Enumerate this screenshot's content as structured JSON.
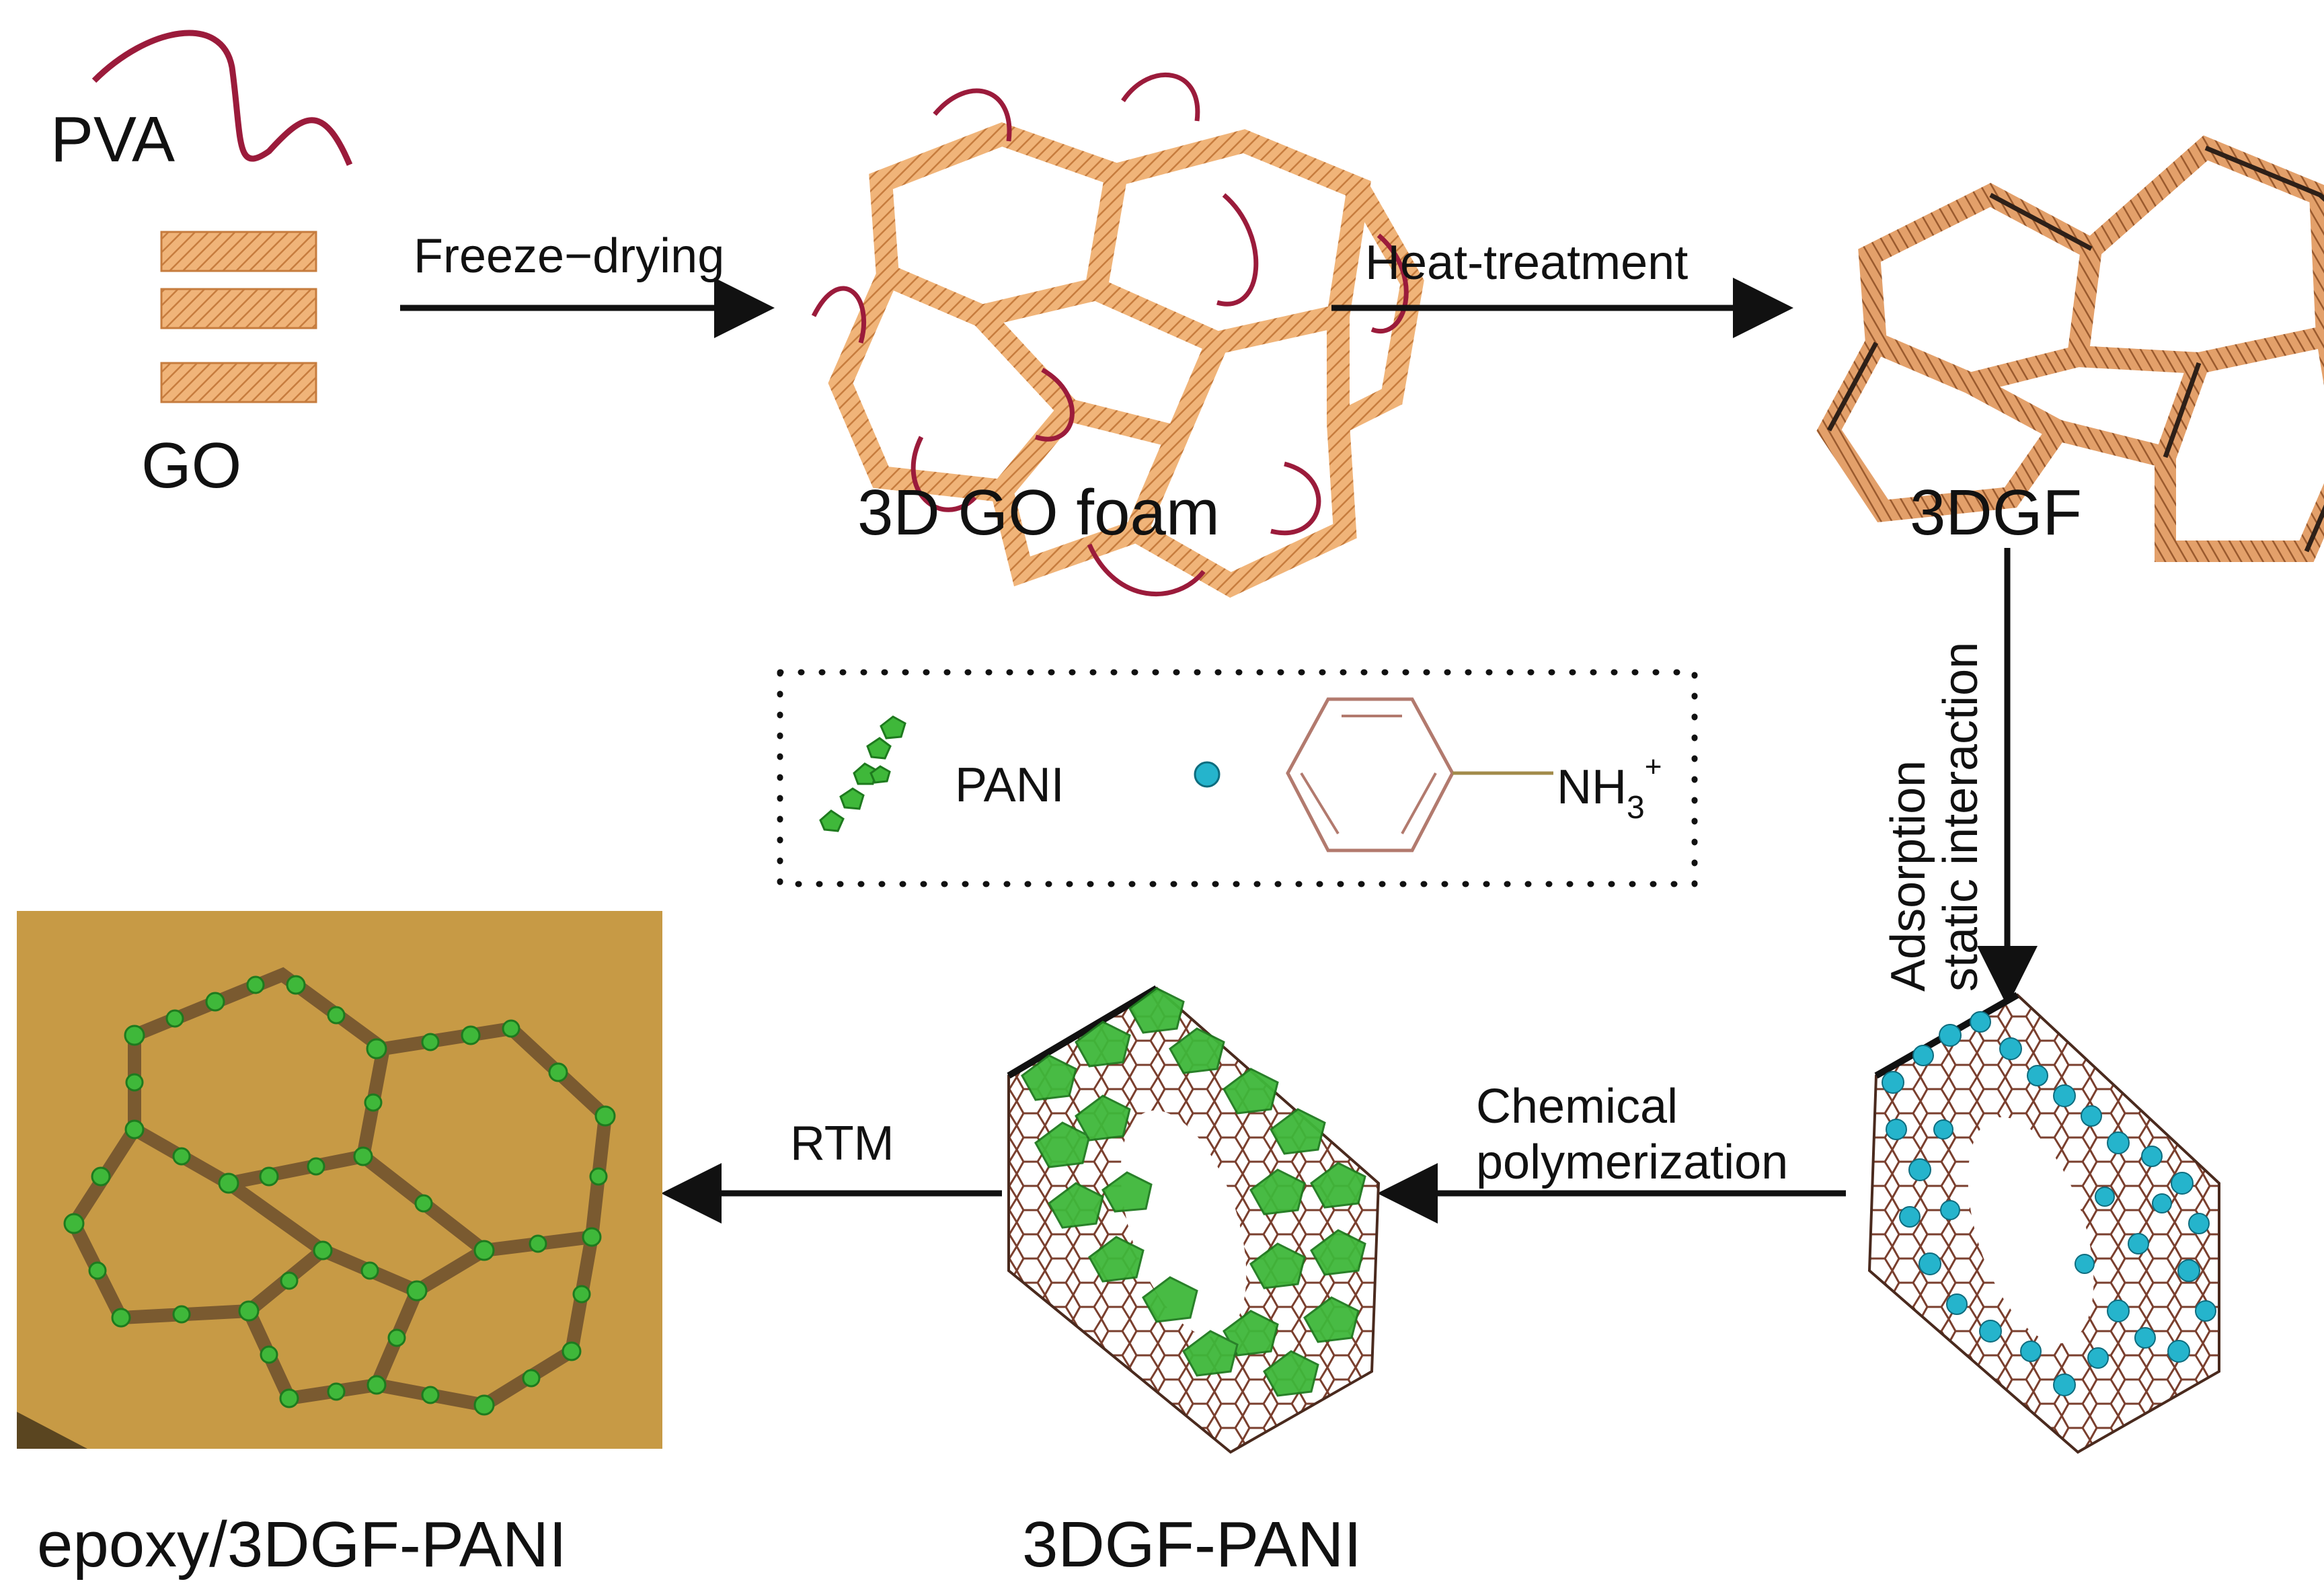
{
  "labels": {
    "pva": "PVA",
    "go": "GO",
    "go_foam": "3D GO foam",
    "gf": "3DGF",
    "gf_pani": "3DGF-PANI",
    "epoxy": "epoxy/3DGF-PANI"
  },
  "arrows": {
    "freeze_drying": "Freeze−drying",
    "heat_treatment": "Heat-treatment",
    "adsorption": "Adsorption",
    "static_interaction": "static interaction",
    "chemical": "Chemical",
    "polymerization": "polymerization",
    "rtm": "RTM"
  },
  "legend": {
    "pani": "PANI",
    "nh3": "NH",
    "sub": "3",
    "sup": "+"
  },
  "colors": {
    "graphene": "#e9a96a",
    "graphene_dark": "#b8733a",
    "pva": "#9b1b3b",
    "frame_dark": "#3a2a1e",
    "pani": "#3fb83a",
    "anilinium": "#25b4cc",
    "epoxy_bg": "#c79a45"
  }
}
